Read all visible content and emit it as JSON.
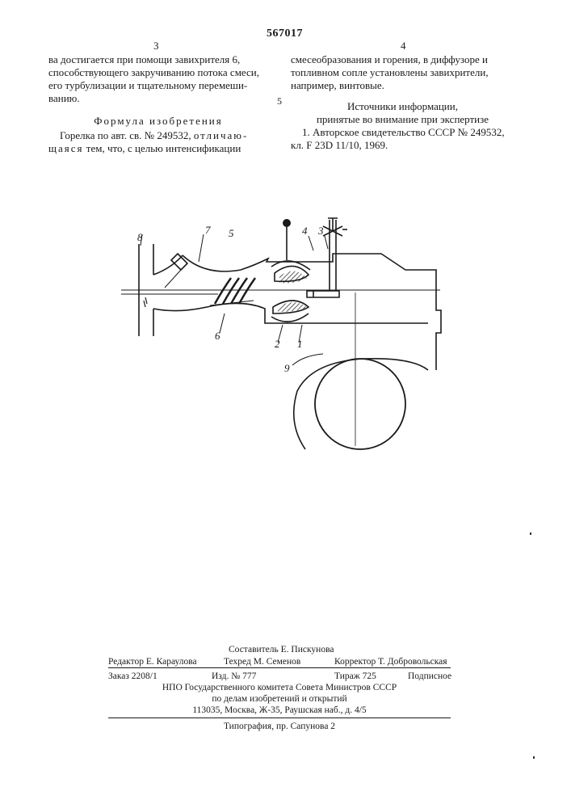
{
  "document": {
    "number": "567017",
    "col_left_number": "3",
    "col_right_number": "4",
    "margin_line_number": "5"
  },
  "left_column": {
    "lines": [
      "ва достигается при помощи завихрителя 6,",
      "способствующего закручиванию потока смеси,",
      "его турбулизации и тщательному перемеши-",
      "ванию."
    ],
    "claims_heading": "Формула изобретения",
    "claims_text_start": "Горелка по авт. св. № 249532,",
    "claims_spaced_1": "отличаю-",
    "claims_spaced_2": "щаяся",
    "claims_text_end": "тем, что, с целью интенсификации"
  },
  "right_column": {
    "lines": [
      "смесеобразования и горения, в диффузоре и",
      "топливном сопле установлены завихрители,",
      "например, винтовые."
    ],
    "sources_heading": "Источники информации,",
    "sources_subheading": "принятые во внимание при экспертизе",
    "source_1_line_1": "1. Авторское свидетельство СССР № 249532,",
    "source_1_line_2": "кл. F 23D 11/10, 1969."
  },
  "figure": {
    "labels": [
      "8",
      "7",
      "5",
      "4",
      "3",
      "6",
      "2",
      "1",
      "9"
    ]
  },
  "imprint": {
    "compiler": "Составитель Е. Пискунова",
    "editor": "Редактор Е. Караулова",
    "techred": "Техред М. Семенов",
    "corrector": "Корректор Т. Добровольская",
    "order": "Заказ 2208/1",
    "edition": "Изд. № 777",
    "circulation": "Тираж 725",
    "subscription": "Подписное",
    "org_1": "НПО Государственного комитета Совета Министров СССР",
    "org_2": "по делам изобретений и открытий",
    "org_3": "113035, Москва, Ж-35, Раушская наб., д. 4/5",
    "printer": "Типография, пр. Сапунова 2"
  }
}
